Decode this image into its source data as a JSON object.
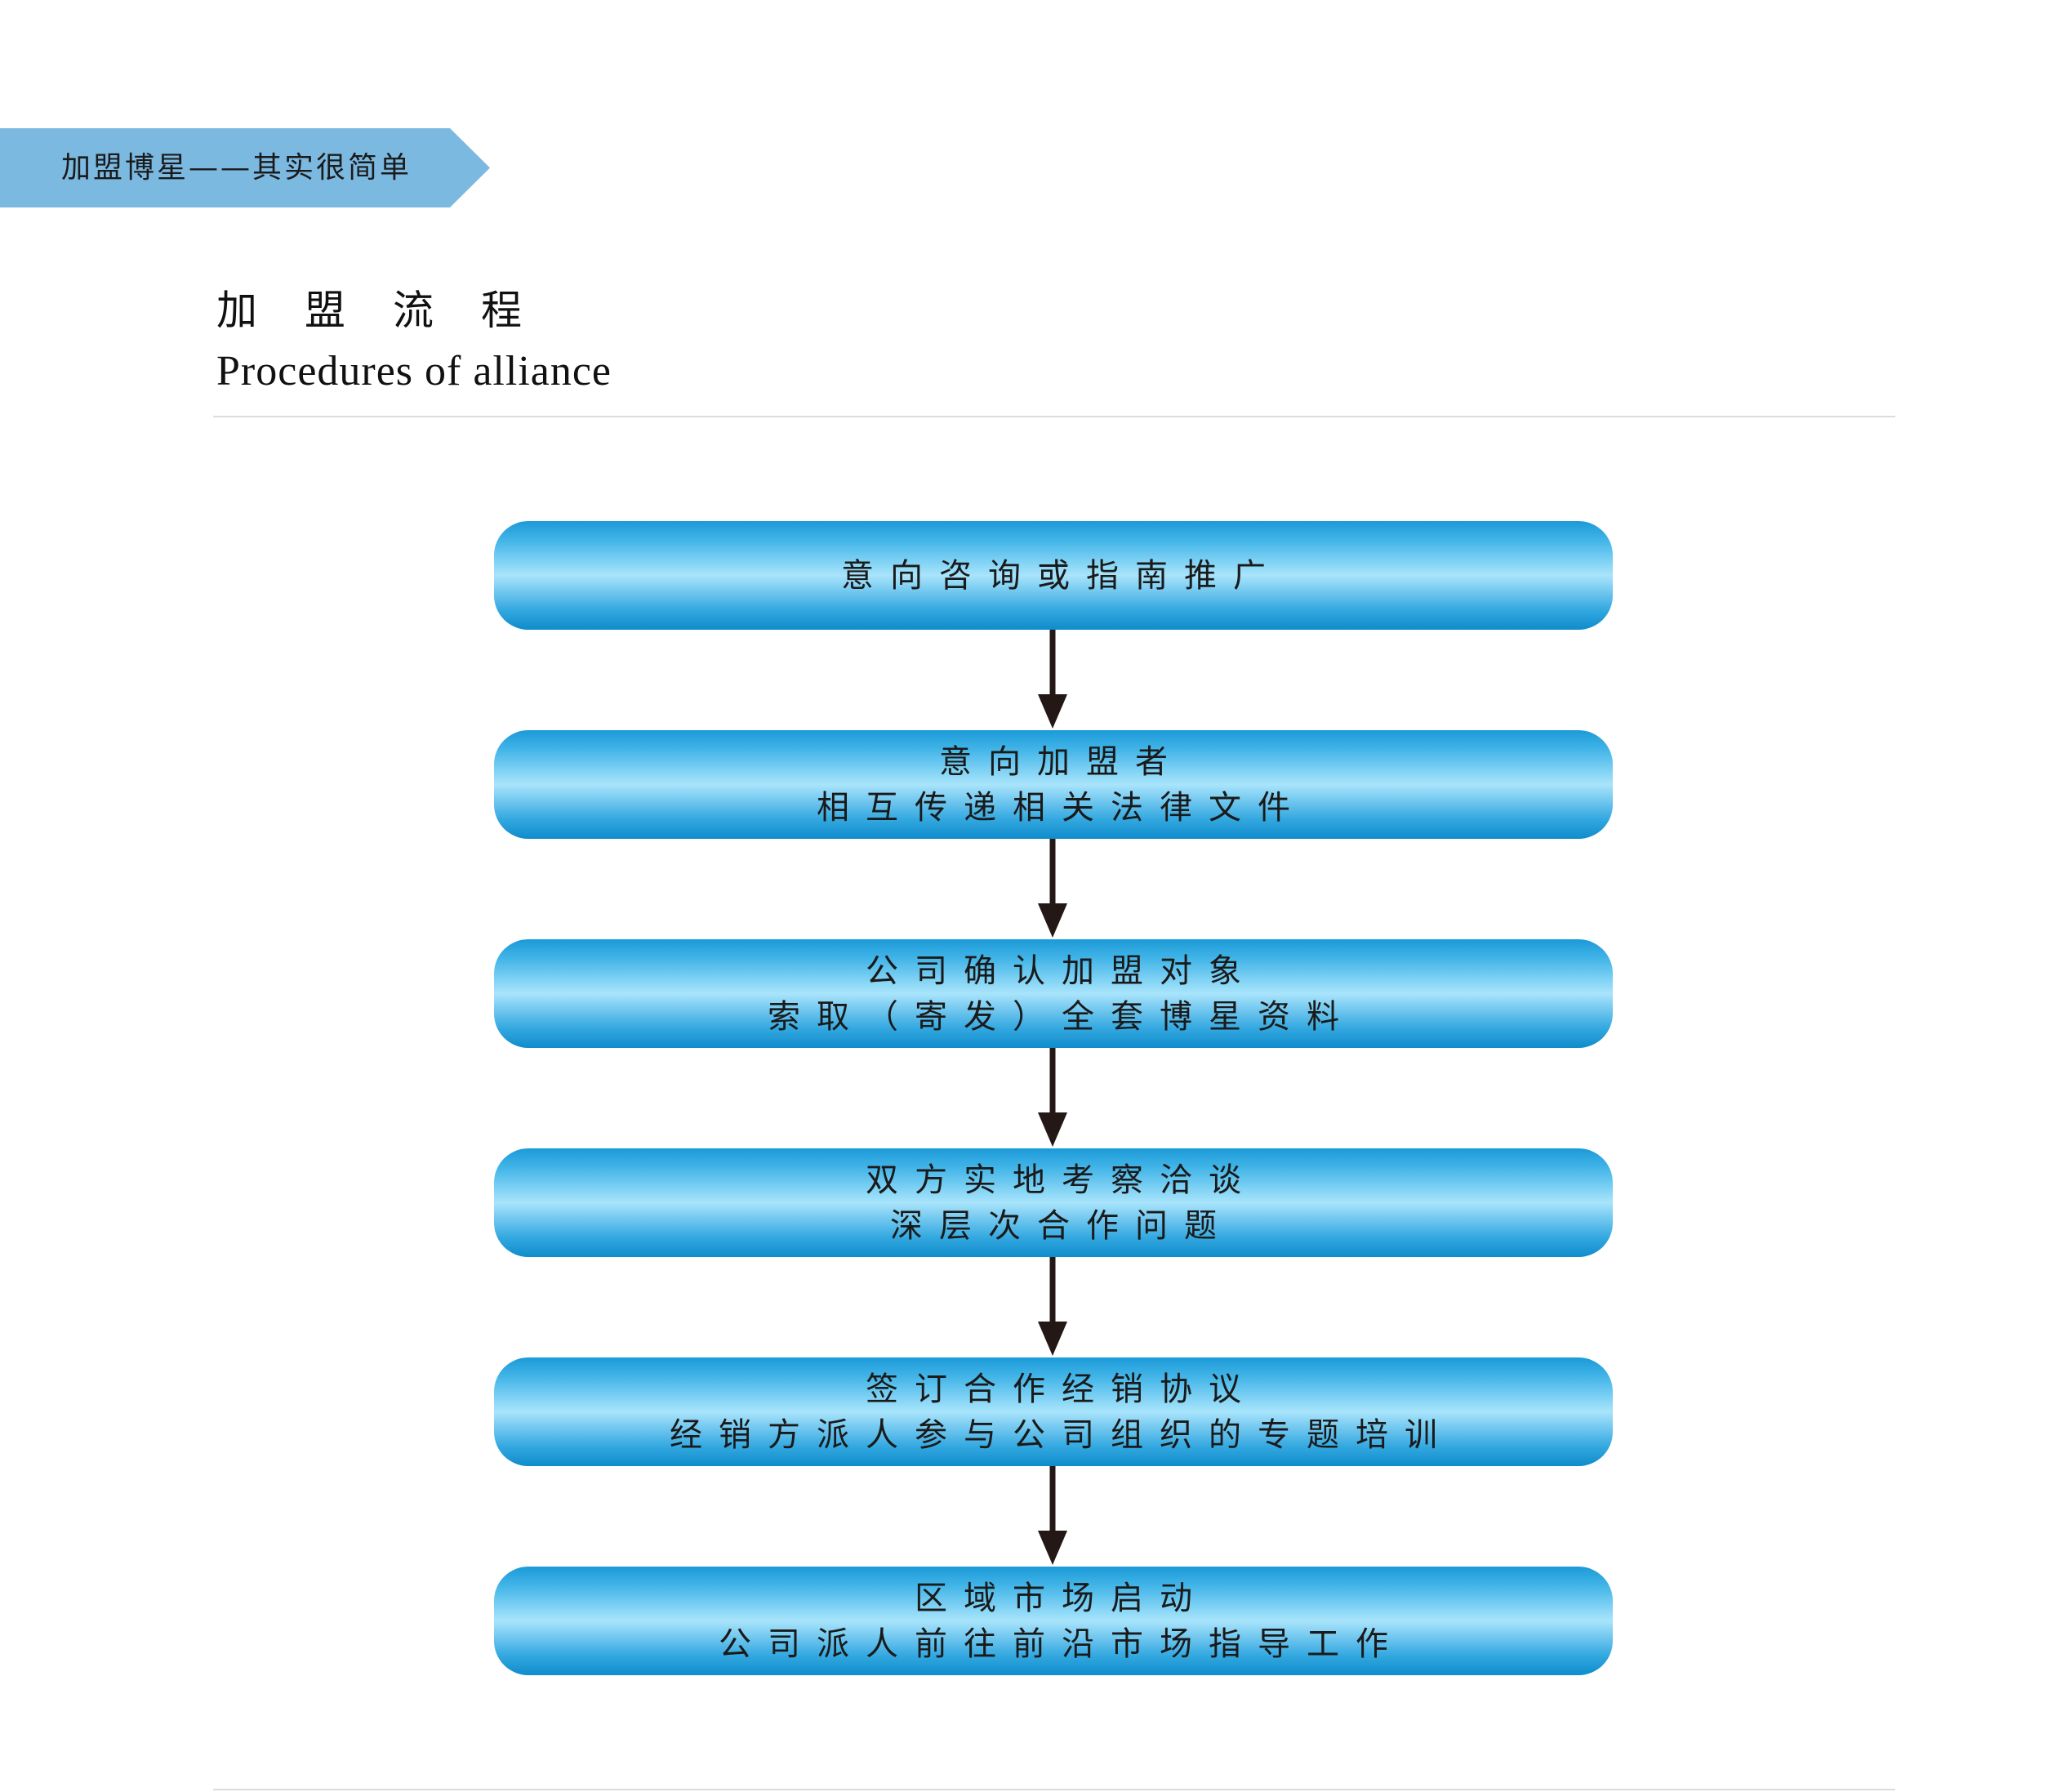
{
  "banner": {
    "text": "加盟博星——其实很简单"
  },
  "heading": {
    "title_cn": "加盟流程",
    "title_en": "Procedures of alliance"
  },
  "flow": {
    "steps": [
      {
        "line1": "意向咨询或指南推广"
      },
      {
        "line1": "意向加盟者",
        "line2": "相互传递相关法律文件"
      },
      {
        "line1": "公司确认加盟对象",
        "line2": "索取（寄发）全套博星资料"
      },
      {
        "line1": "双方实地考察洽谈",
        "line2": "深层次合作问题"
      },
      {
        "line1": "签订合作经销协议",
        "line2": "经销方派人参与公司组织的专题培训"
      },
      {
        "line1": "区域市场启动",
        "line2": "公司派人前往前沿市场指导工作"
      }
    ]
  },
  "colors": {
    "banner": "#7bb9e1",
    "step_dark": "#0f8ccb",
    "step_light": "#a9e4fb",
    "arrow": "#231815"
  }
}
